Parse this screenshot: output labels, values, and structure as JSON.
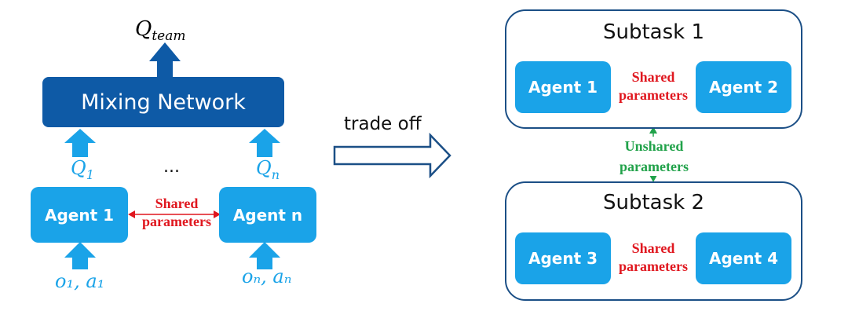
{
  "left_diagram": {
    "output_label": "Q_team",
    "output_main": "Q",
    "output_sub": "team",
    "mixing_network": "Mixing Network",
    "q1_main": "Q",
    "q1_sub": "1",
    "qn_main": "Q",
    "qn_sub": "n",
    "ellipsis": "...",
    "agent_1": "Agent 1",
    "agent_n": "Agent n",
    "shared_line1": "Shared",
    "shared_line2": "parameters",
    "obs_1": "o₁, a₁",
    "obs_n": "oₙ, aₙ"
  },
  "arrow": {
    "label": "trade off"
  },
  "right_diagram": {
    "subtask_1": {
      "title": "Subtask 1",
      "agent_a": "Agent 1",
      "agent_b": "Agent 2",
      "shared_line1": "Shared",
      "shared_line2": "parameters"
    },
    "unshared_line1": "Unshared",
    "unshared_line2": "parameters",
    "subtask_2": {
      "title": "Subtask 2",
      "agent_a": "Agent 3",
      "agent_b": "Agent 4",
      "shared_line1": "Shared",
      "shared_line2": "parameters"
    }
  },
  "colors": {
    "mixing_network": "#0e5aa6",
    "agent": "#1aa3e8",
    "shared_text": "#e0171f",
    "unshared_text": "#21a24a",
    "subtask_border": "#1b4f86"
  }
}
